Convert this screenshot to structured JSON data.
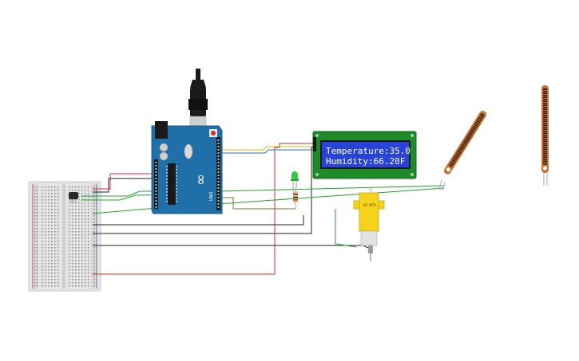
{
  "lcd": {
    "line1": "Temperature:35.0",
    "line2": "Humidity:66.20F"
  },
  "arduino": {
    "logo": "∞",
    "brand": "UNO"
  },
  "motor": {
    "label": "DC MTR"
  },
  "colors": {
    "wire_red": "#d32f2f",
    "wire_black": "#222222",
    "wire_green": "#1fa32c",
    "wire_yellow": "#e6b800",
    "wire_blue": "#1e6fd9",
    "board": "#1f6fa8",
    "lcd_bg": "#2743d8",
    "lcd_frame": "#1e8a2a",
    "flex_sensor": "#c8742c",
    "motor_body": "#f5d31c"
  },
  "components": {
    "breadboard": "breadboard",
    "sensor": "temperature-humidity-sensor",
    "led": "green-led",
    "resistor": "resistor",
    "flex_sensor_1": "flex-sensor",
    "flex_sensor_2": "flex-sensor"
  }
}
